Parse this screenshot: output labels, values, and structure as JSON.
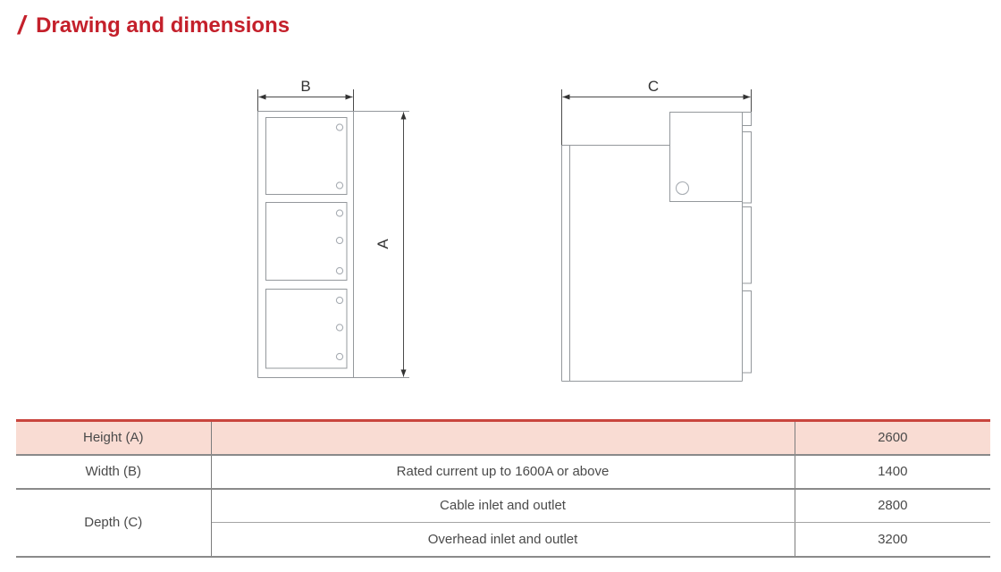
{
  "colors": {
    "accent": "#c4202b",
    "tbl-top": "#c9453e",
    "tbl-header-bg": "#f9dcd3",
    "tbl-border": "#8a8a8a",
    "tbl-inner": "#a5a5a5",
    "tbl-text": "#4a4a4a",
    "draw-line": "#94989c",
    "dim-line": "#4a4a4a"
  },
  "header": {
    "slash": "/",
    "title": "Drawing and dimensions"
  },
  "drawings": {
    "front_view": {
      "width_label": "B",
      "height_label": "A"
    },
    "side_view": {
      "depth_label": "C"
    }
  },
  "table": {
    "rows": [
      {
        "param": "Height (A)",
        "condition": "",
        "value": "2600"
      },
      {
        "param": "Width (B)",
        "condition": "Rated current up to 1600A or above",
        "value": "1400"
      },
      {
        "param": "Depth (C)",
        "condition": "Cable inlet and outlet",
        "value": "2800"
      },
      {
        "condition": "Overhead inlet and outlet",
        "value": "3200"
      }
    ]
  }
}
